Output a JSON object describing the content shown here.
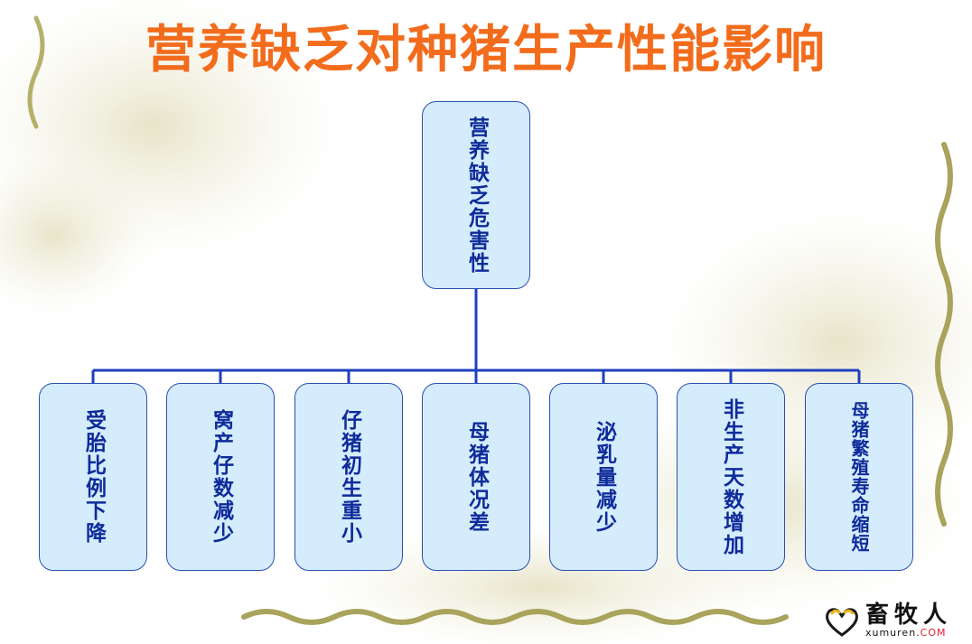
{
  "title": "营养缺乏对种猪生产性能影响",
  "root": {
    "label": "营养缺乏危害性"
  },
  "children": [
    {
      "label": "受胎比例下降"
    },
    {
      "label": "窝产仔数减少"
    },
    {
      "label": "仔猪初生重小"
    },
    {
      "label": "母猪体况差"
    },
    {
      "label": "泌乳量减少"
    },
    {
      "label": "非生产天数增加"
    },
    {
      "label": "母猪繁殖寿命缩短"
    }
  ],
  "logo": {
    "cn": "畜牧人",
    "en": "xumuren.",
    "com": "COM"
  },
  "colors": {
    "title": "#f26c1c",
    "node_fill": "#d4ecfb",
    "node_border": "#2a4fae",
    "node_text": "#0f2b9a",
    "connector": "#1f3fbf"
  }
}
